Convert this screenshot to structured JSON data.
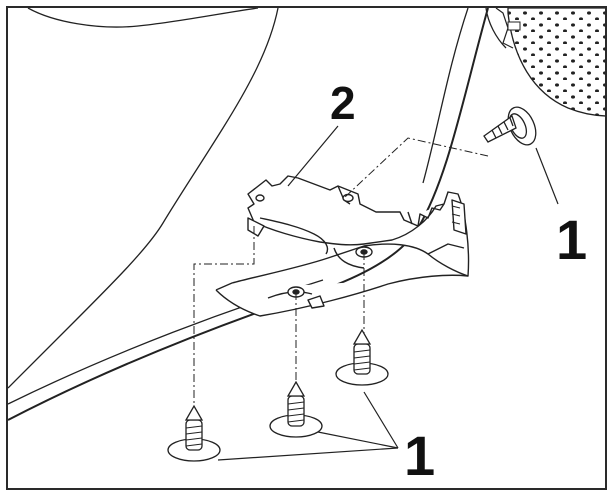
{
  "diagram": {
    "callouts": [
      {
        "id": "bracket",
        "label": "2"
      },
      {
        "id": "screw-right",
        "label": "1"
      },
      {
        "id": "screws-bottom",
        "label": "1"
      }
    ]
  }
}
